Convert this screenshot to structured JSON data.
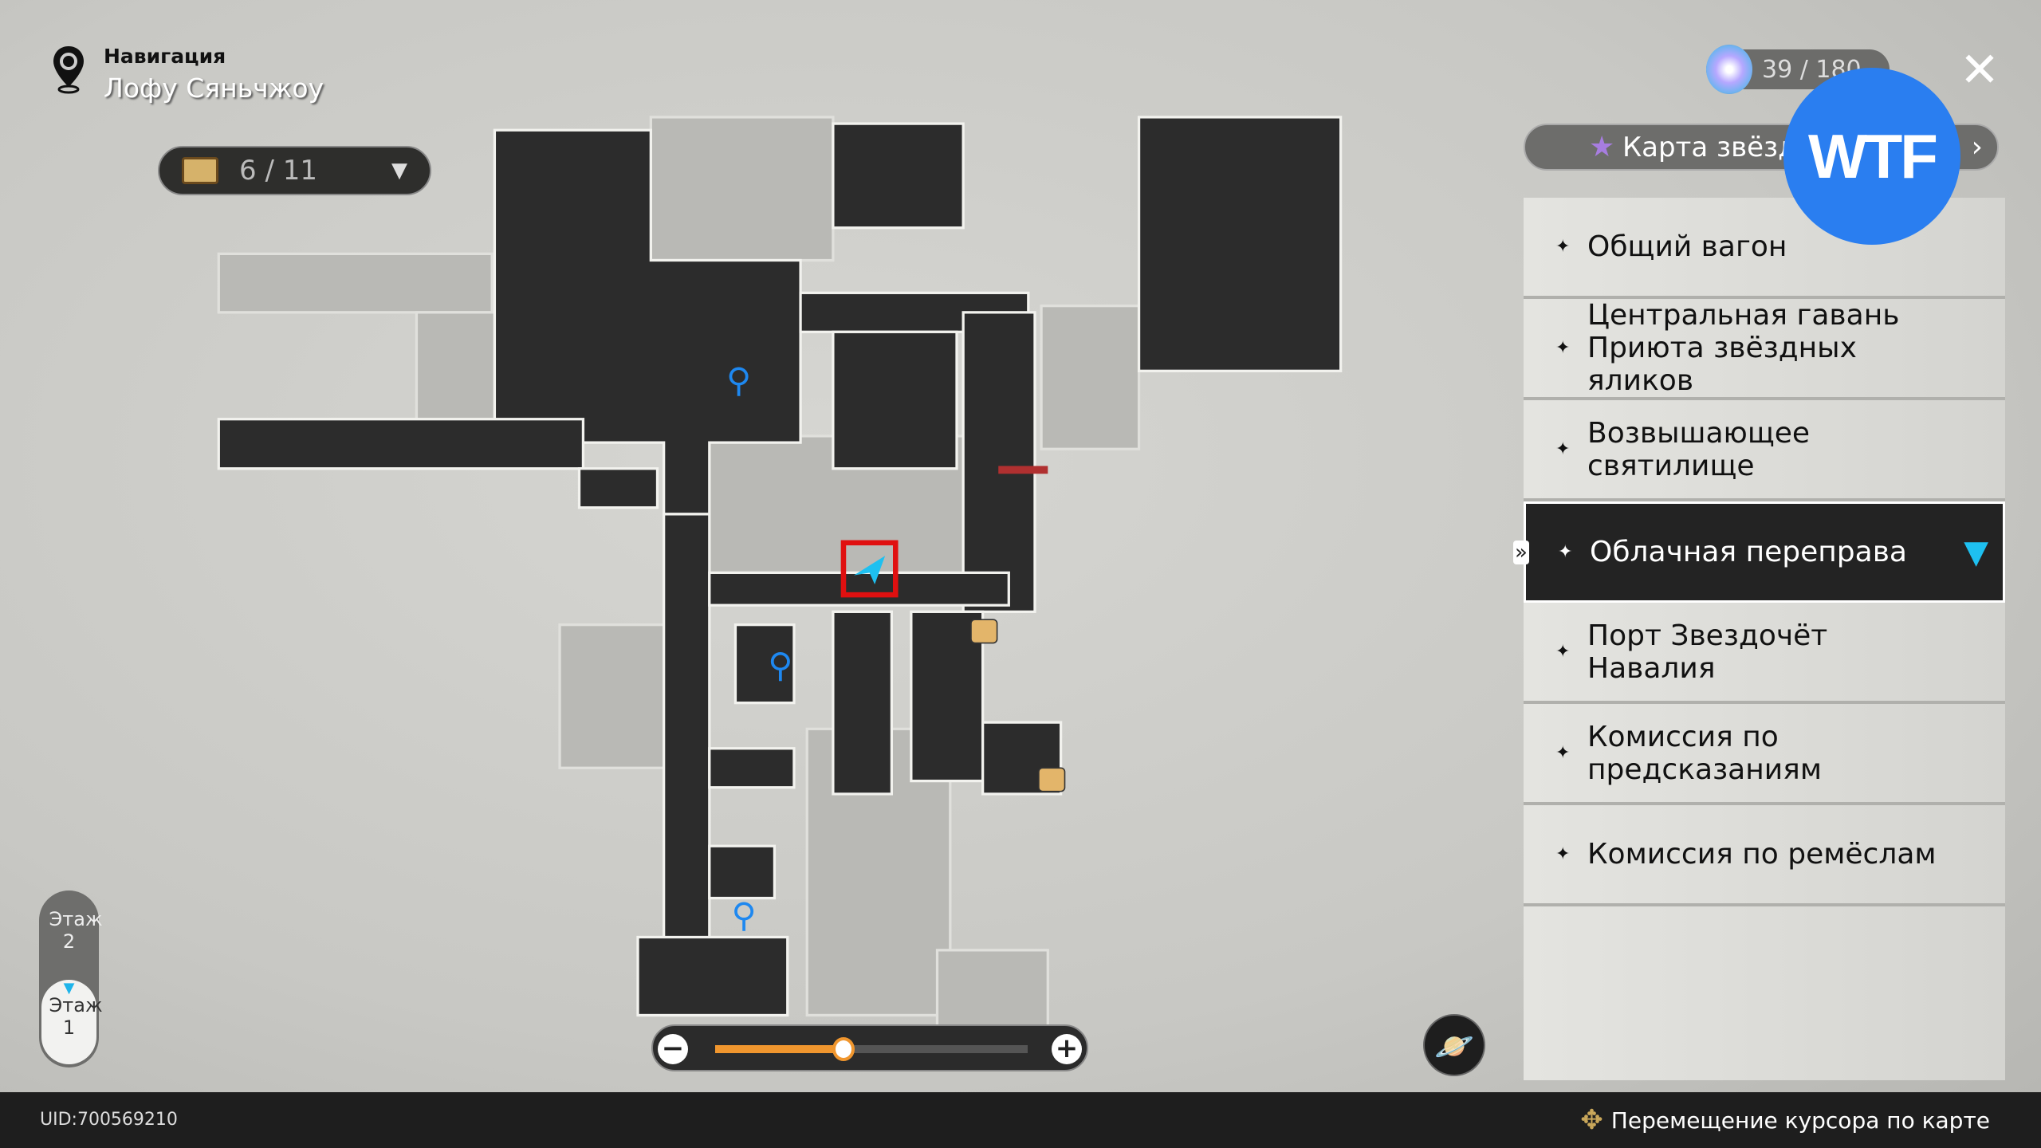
{
  "header": {
    "label": "Навигация",
    "location": "Лофу Сяньчжоу"
  },
  "chest_counter": {
    "value": "6 / 11"
  },
  "stamina": {
    "value": "39 / 180"
  },
  "star_map_button": {
    "label": "Карта звёзд"
  },
  "overlay_badge": {
    "text": "WTF"
  },
  "areas": [
    {
      "label": "Общий вагон"
    },
    {
      "label": "Центральная гавань Приюта звёздных яликов"
    },
    {
      "label": "Возвышающее святилище"
    },
    {
      "label": "Облачная переправа",
      "selected": true
    },
    {
      "label": "Порт Звездочёт Навалия"
    },
    {
      "label": "Комиссия по предсказаниям"
    },
    {
      "label": "Комиссия по ремёслам"
    }
  ],
  "floors": [
    {
      "label": "Этаж 2"
    },
    {
      "label": "Этаж 1",
      "selected": true
    }
  ],
  "zoom": {
    "level": 0.41
  },
  "footer": {
    "uid": "UID:700569210",
    "hint": "Перемещение курсора по карте"
  },
  "colors": {
    "accent": "#f0962e",
    "pin": "#1ec0f0",
    "overlay": "#2a7ef0",
    "player_frame": "#e01010"
  }
}
